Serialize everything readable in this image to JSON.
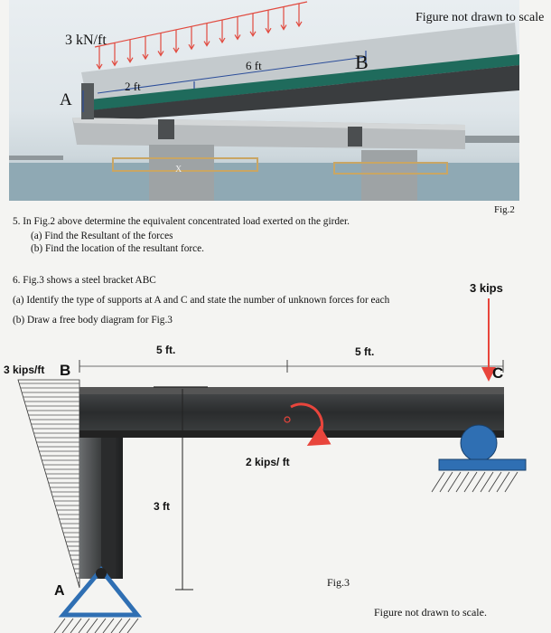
{
  "figure2": {
    "load_label": "3 kN/ft",
    "dim_2ft": "2 ft",
    "dim_6ft": "6 ft",
    "point_a": "A",
    "point_b": "B",
    "note": "Figure not drawn to scale",
    "caption": "Fig.2",
    "pier_mark": "X"
  },
  "question5": {
    "text": "5. In Fig.2 above determine the equivalent concentrated load exerted on the girder.",
    "part_a": "(a) Find the Resultant of the forces",
    "part_b": "(b) Find the location of the resultant force."
  },
  "question6": {
    "text": "6. Fig.3 shows a steel bracket ABC",
    "part_a": "(a) Identify the type of supports at A and C and state the number of unknown forces for each",
    "part_b": "(b) Draw a free body diagram for Fig.3"
  },
  "figure3": {
    "point_load": "3 kips",
    "dim_left": "5 ft.",
    "dim_right": "5 ft.",
    "dist_load": "3 kips/ft",
    "point_b": "B",
    "point_c": "C",
    "moment": "2 kips/ ft",
    "dim_vertical": "3 ft",
    "point_a": "A",
    "caption": "Fig.3",
    "note": "Figure not drawn to scale."
  },
  "colors": {
    "arrow_red": "#e8453c",
    "support_blue": "#2f6fb3",
    "beam_dark": "#2b2d2e",
    "deck_teal": "#1f6b5c"
  }
}
